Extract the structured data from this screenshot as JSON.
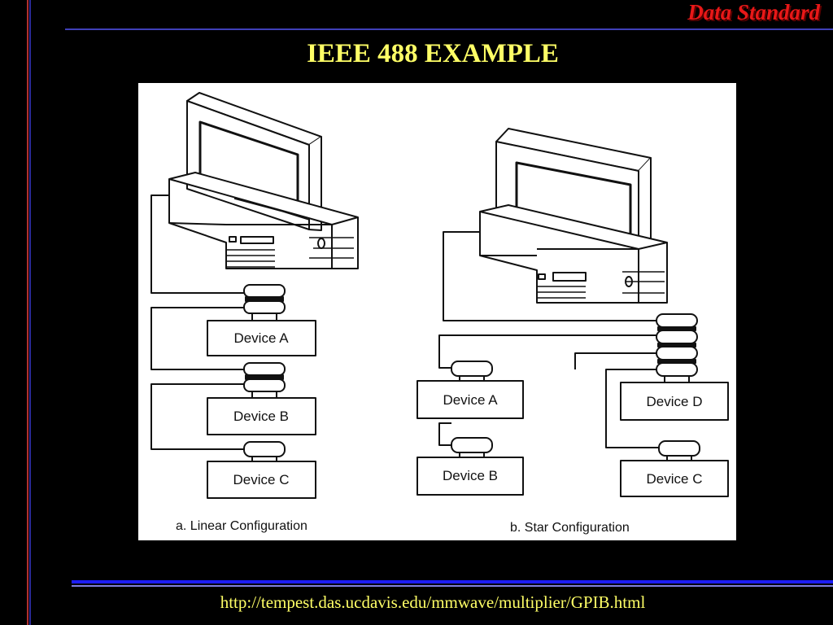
{
  "header": {
    "brand": "Data Standard"
  },
  "slide": {
    "title": "IEEE 488 EXAMPLE"
  },
  "diagram": {
    "linear": {
      "caption": "a. Linear Configuration",
      "devices": [
        "Device A",
        "Device B",
        "Device C"
      ]
    },
    "star": {
      "caption": "b. Star Configuration",
      "devices": [
        "Device A",
        "Device B",
        "Device D",
        "Device C"
      ]
    }
  },
  "footer": {
    "url": "http://tempest.das.ucdavis.edu/mmwave/multiplier/GPIB.html"
  },
  "colors": {
    "background": "#000000",
    "brand": "#e81818",
    "title": "#ffff66",
    "rule_blue": "#1c1cff"
  }
}
